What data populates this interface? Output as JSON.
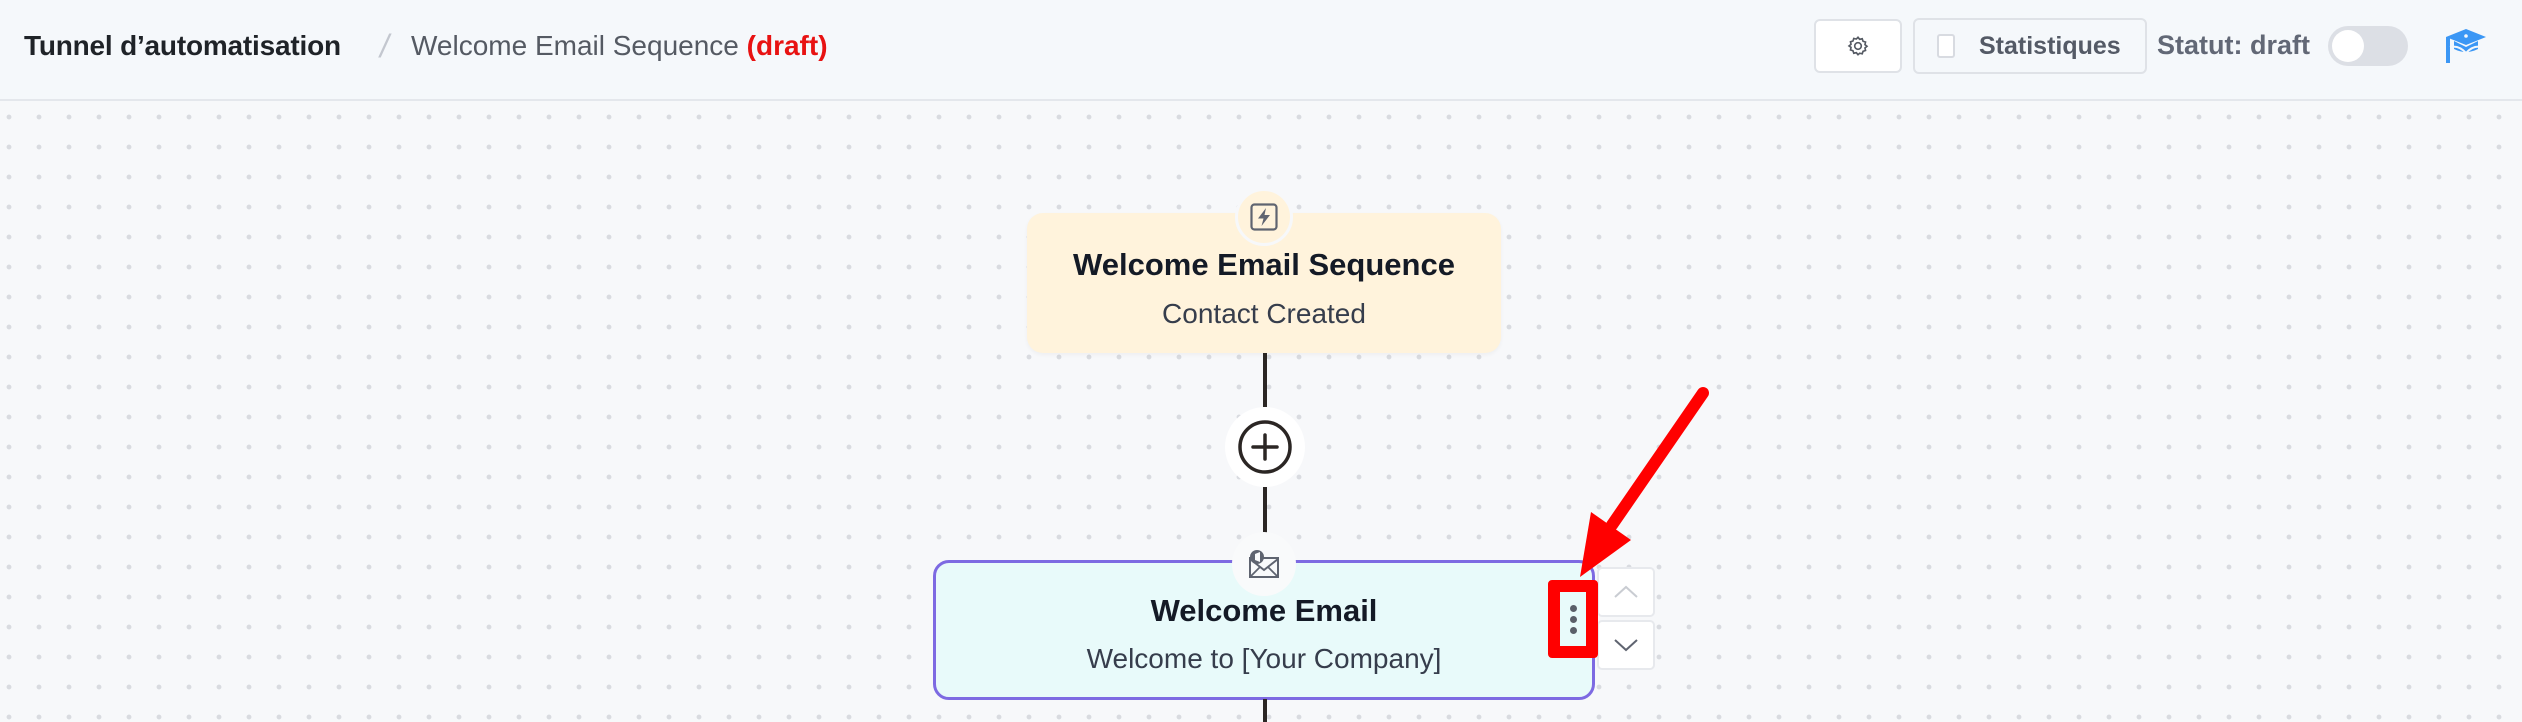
{
  "header": {
    "breadcrumb_root": "Tunnel d’automatisation",
    "breadcrumb_separator": "/",
    "current_workflow": "Welcome Email Sequence ",
    "current_status_tag": "(draft)",
    "settings_button_icon": "gear-icon",
    "stats_label": "Statistiques",
    "stats_checked": false,
    "status_label": "Statut: draft",
    "status_toggle_on": false,
    "help_icon": "graduation-cap-icon"
  },
  "colors": {
    "draft_red": "#e81212",
    "trigger_bg": "#fff3dc",
    "email_bg": "#e8fafa",
    "email_border": "#7d6ae2",
    "help_icon_blue": "#3b97f5",
    "annotation_red": "#ff0000"
  },
  "canvas": {
    "trigger_node": {
      "icon": "lightning-bolt-icon",
      "title": "Welcome Email Sequence",
      "subtitle": "Contact Created"
    },
    "add_step_icon": "plus-circle-icon",
    "email_node": {
      "icon": "email-megaphone-icon",
      "title": "Welcome Email",
      "subtitle": "Welcome to [Your Company]",
      "menu_icon": "vertical-ellipsis-icon",
      "move_up_icon": "chevron-up-icon",
      "move_down_icon": "chevron-down-icon"
    }
  },
  "annotation": {
    "type": "arrow-and-box",
    "target": "email-node-menu-button"
  }
}
